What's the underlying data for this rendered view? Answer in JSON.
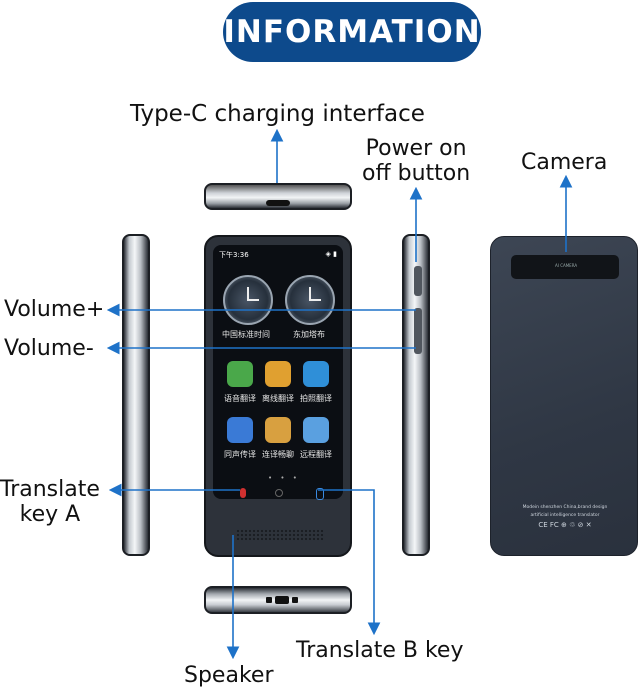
{
  "title": "INFORMATION",
  "labels": {
    "type_c": "Type-C charging interface",
    "power_1": "Power on",
    "power_2": "off button",
    "camera": "Camera",
    "volume_up": "Volume+",
    "volume_down": "Volume-",
    "translate_a_1": "Translate",
    "translate_a_2": "key A",
    "translate_b": "Translate B key",
    "speaker": "Speaker"
  },
  "screen": {
    "time": "下午3:36",
    "status_right": "◈ ▮",
    "clock_captions": [
      "中国标准时间",
      "东加塔布"
    ],
    "apps": [
      {
        "label": "语音翻译",
        "color": "#4aa84a"
      },
      {
        "label": "离线翻译",
        "color": "#e0a030"
      },
      {
        "label": "拍照翻译",
        "color": "#2f8fd8"
      },
      {
        "label": "同声传译",
        "color": "#3a7ad6"
      },
      {
        "label": "连译畅聊",
        "color": "#d8a040"
      },
      {
        "label": "远程翻译",
        "color": "#5aa0e0"
      }
    ],
    "page_dots": "• • •"
  },
  "back": {
    "line1": "Modein shenzhen China,brand design",
    "line2": "artificial intelligence translator",
    "certs": "CE FC ⊕ ♲ ⊘ ✕",
    "camera_text": "AI CAMERA"
  },
  "colors": {
    "accent": "#0d4a8c",
    "arrow": "#1e72c8"
  }
}
